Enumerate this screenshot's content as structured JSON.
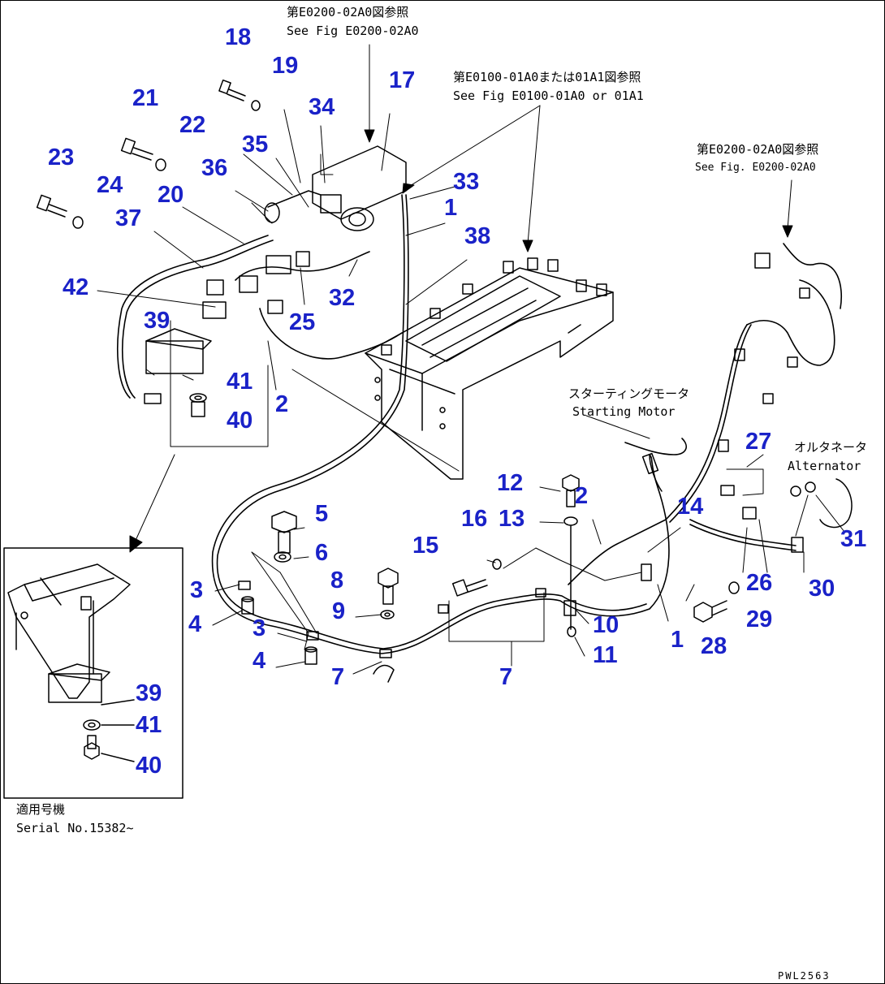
{
  "references": {
    "top_jp": "第E0200-02A0図参照",
    "top_en": "See Fig E0200-02A0",
    "mid_jp": "第E0100-01A0または01A1図参照",
    "mid_en": "See Fig E0100-01A0 or 01A1",
    "right_jp": "第E0200-02A0図参照",
    "right_en": "See Fig. E0200-02A0"
  },
  "components": {
    "starting_motor_jp": "スターティングモータ",
    "starting_motor_en": "Starting Motor",
    "alternator_jp": "オルタネータ",
    "alternator_en": "Alternator"
  },
  "serial": {
    "label_jp": "適用号機",
    "label_en": "Serial No.15382~"
  },
  "drawing_code": "PWL2563",
  "part_numbers": {
    "n1a": "1",
    "n1b": "1",
    "n2a": "2",
    "n2b": "2",
    "n3a": "3",
    "n3b": "3",
    "n4a": "4",
    "n4b": "4",
    "n5": "5",
    "n6": "6",
    "n7a": "7",
    "n7b": "7",
    "n8": "8",
    "n9": "9",
    "n10": "10",
    "n11": "11",
    "n12": "12",
    "n13": "13",
    "n14": "14",
    "n15": "15",
    "n16": "16",
    "n17": "17",
    "n18": "18",
    "n19": "19",
    "n20": "20",
    "n21": "21",
    "n22": "22",
    "n23": "23",
    "n24": "24",
    "n25": "25",
    "n26": "26",
    "n27": "27",
    "n28": "28",
    "n29": "29",
    "n30": "30",
    "n31": "31",
    "n32": "32",
    "n33": "33",
    "n34": "34",
    "n35": "35",
    "n36": "36",
    "n37": "37",
    "n38": "38",
    "n39a": "39",
    "n39b": "39",
    "n40a": "40",
    "n40b": "40",
    "n41a": "41",
    "n41b": "41",
    "n42": "42"
  }
}
